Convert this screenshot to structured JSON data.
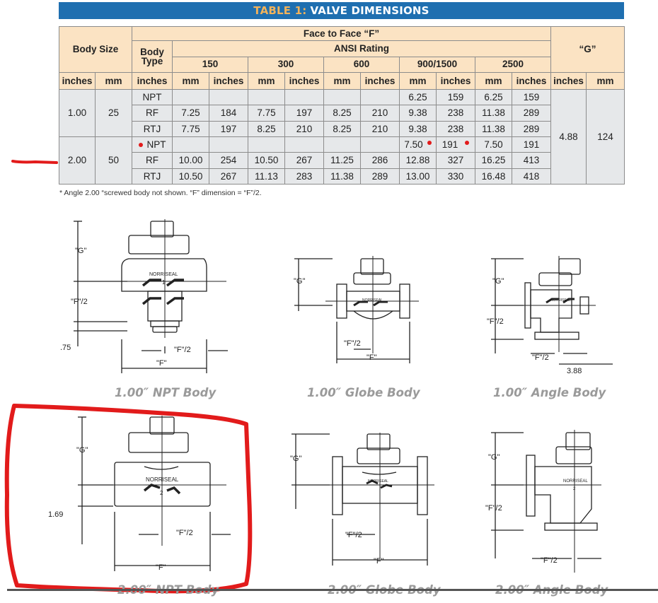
{
  "banner": {
    "prefix": "TABLE 1:",
    "title": "VALVE DIMENSIONS"
  },
  "table": {
    "body_size": "Body Size",
    "body_type": "Body Type",
    "face_to_face": "Face to Face “F”",
    "ansi_rating": "ANSI Rating",
    "g": "“G”",
    "ratings": [
      "150",
      "300",
      "600",
      "900/1500",
      "2500"
    ],
    "unit_in": "inches",
    "unit_mm": "mm",
    "g_inches": "4.88",
    "g_mm": "124",
    "groups": [
      {
        "inches": "1.00",
        "mm": "25",
        "rows": [
          {
            "type": "NPT",
            "v": [
              "",
              "",
              "",
              "",
              "",
              "",
              "6.25",
              "159",
              "6.25",
              "159"
            ]
          },
          {
            "type": "RF",
            "v": [
              "7.25",
              "184",
              "7.75",
              "197",
              "8.25",
              "210",
              "9.38",
              "238",
              "11.38",
              "289"
            ]
          },
          {
            "type": "RTJ",
            "v": [
              "7.75",
              "197",
              "8.25",
              "210",
              "8.25",
              "210",
              "9.38",
              "238",
              "11.38",
              "289"
            ]
          }
        ]
      },
      {
        "inches": "2.00",
        "mm": "50",
        "rows": [
          {
            "type": "NPT",
            "v": [
              "",
              "",
              "",
              "",
              "",
              "",
              "7.50",
              "191",
              "7.50",
              "191"
            ]
          },
          {
            "type": "RF",
            "v": [
              "10.00",
              "254",
              "10.50",
              "267",
              "11.25",
              "286",
              "12.88",
              "327",
              "16.25",
              "413"
            ]
          },
          {
            "type": "RTJ",
            "v": [
              "10.50",
              "267",
              "11.13",
              "283",
              "11.38",
              "289",
              "13.00",
              "330",
              "16.48",
              "418"
            ]
          }
        ]
      }
    ]
  },
  "footnote": "* Angle 2.00 “screwed body not shown. “F” dimension = “F”/2.",
  "diagram_labels": {
    "g": "\"G\"",
    "f": "\"F\"",
    "f_half": "\"F\"/2",
    "brand": "NORRISEAL",
    "one": "1",
    "two": "2",
    "d075": ".75",
    "d169": "1.69",
    "d388": "3.88"
  },
  "captions": {
    "npt100": "1.00″ NPT Body",
    "globe100": "1.00″ Globe Body",
    "angle100": "1.00″ Angle Body",
    "npt200": "2.00″ NPT Body",
    "globe200": "2.00″ Globe Body",
    "angle200": "2.00″ Angle Body"
  },
  "markup": {
    "color": "#e21b1b"
  },
  "colors": {
    "banner": "#1f6fb0",
    "banner_prefix": "#f4b35a",
    "header_fill": "#fbe3c3",
    "g_fill": "#e6e8ea"
  }
}
